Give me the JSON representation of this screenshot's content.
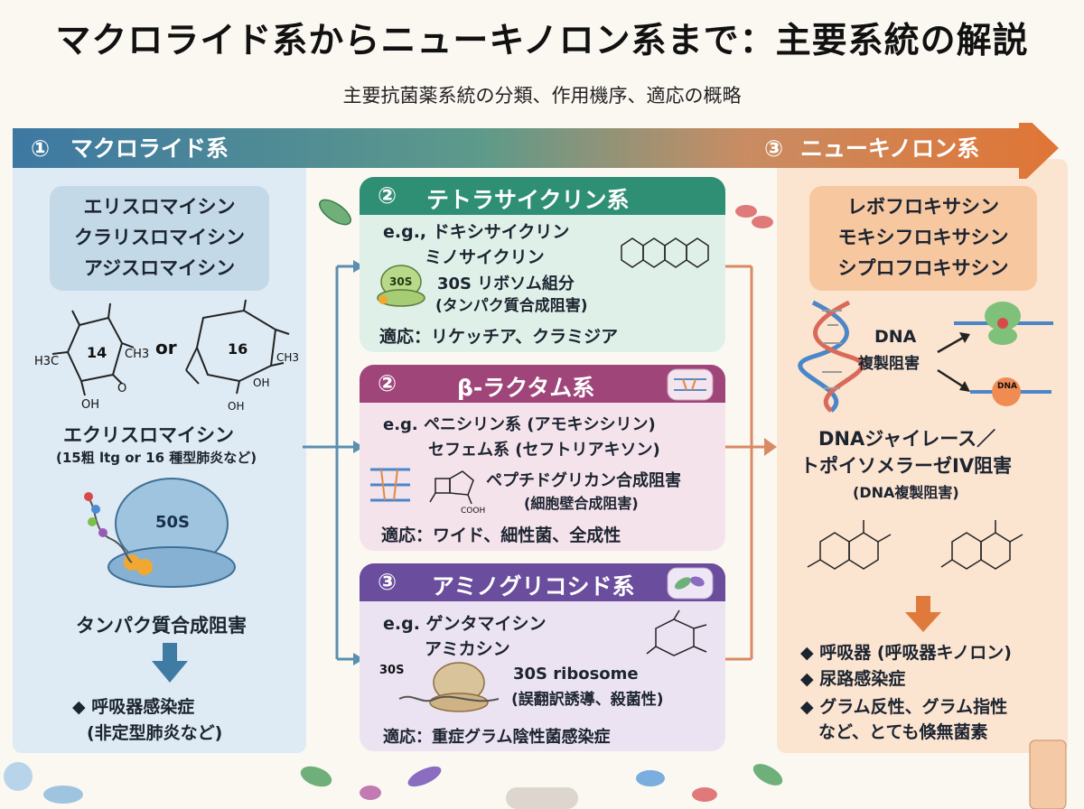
{
  "title": "マクロライド系からニューキノロン系まで：主要系統の解説",
  "subtitle": "主要抗菌薬系統の分類、作用機序、適応の概略",
  "banner": {
    "left_num": "①",
    "left_label": "マクロライド系",
    "right_num": "③",
    "right_label": "ニューキノロン系"
  },
  "macrolide": {
    "drugs": [
      "エリスロマイシン",
      "クラリスロマイシン",
      "アジスロマイシン"
    ],
    "ring14": "14",
    "ring16": "16",
    "or_label": "or",
    "ch3": "CH3",
    "h3c": "H3C",
    "oh": "OH",
    "o": "O",
    "name": "エクリスロマイシン",
    "name_note": "(15粗 ltg or 16 種型肺炎など)",
    "ribosome": "50S",
    "mechanism": "タンパク質合成阻害",
    "indication_1": "◆ 呼吸器感染症",
    "indication_2": "(非定型肺炎など)"
  },
  "tetracycline": {
    "num": "②",
    "header": "テトラサイクリン系",
    "eg_1": "e.g., ドキシサイクリン",
    "eg_2": "ミノサイクリン",
    "ribosome": "30S",
    "target_1": "30S リボソム組分",
    "target_2": "(タンパク質合成阻害)",
    "indication": "適応：リケッチア、クラミジア"
  },
  "betalactam": {
    "num": "②",
    "header": "β-ラクタム系",
    "eg_1": "e.g. ペニシリン系 (アモキシシリン)",
    "eg_2": "セフェム系 (セフトリアキソン)",
    "target_1": "ペプチドグリカン合成阻害",
    "target_2": "(細胞壁合成阻害)",
    "cooh": "COOH",
    "indication": "適応：ワイド、細性菌、全成性"
  },
  "aminoglycoside": {
    "num": "③",
    "header": "アミノグリコシド系",
    "eg_1": "e.g. ゲンタマイシン",
    "eg_2": "アミカシン",
    "ribosome": "30S",
    "target_1": "30S ribosome",
    "target_2": "(誤翻訳誘導、殺菌性)",
    "indication": "適応：重症グラム陰性菌感染症"
  },
  "quinolone": {
    "drugs": [
      "レボフロキサシン",
      "モキシフロキサシン",
      "シプロフロキサシン"
    ],
    "dna_label_1": "DNA",
    "dna_label_2": "複製阻害",
    "dna_small": "DNA",
    "mechanism_1": "DNAジャイレース／",
    "mechanism_2": "トポイソメラーゼIV阻害",
    "mechanism_3": "(DNA複製阻害)",
    "indications": [
      "◆ 呼吸器 (呼吸器キノロン)",
      "◆ 尿路感染症",
      "◆ グラム反性、グラム指性",
      "など、とても倏無菌素"
    ]
  },
  "colors": {
    "blue": "#3f7ba3",
    "teal": "#2f8f74",
    "magenta": "#a0457a",
    "purple": "#6a4d9c",
    "orange": "#e07a3c"
  }
}
